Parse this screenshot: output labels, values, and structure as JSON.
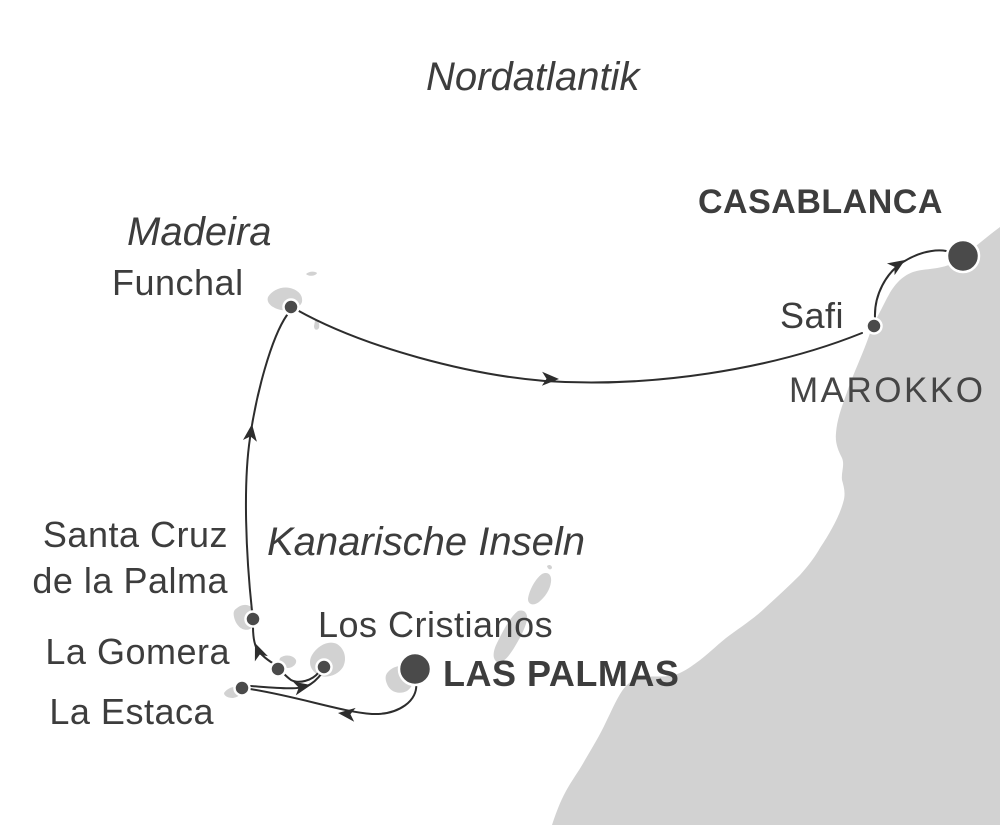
{
  "labels": {
    "sea": "Nordatlantik",
    "madeira_region": "Madeira",
    "canary_region": "Kanarische Inseln",
    "country": "MAROKKO",
    "casablanca": "CASABLANCA",
    "safi": "Safi",
    "funchal": "Funchal",
    "santa_cruz_line1": "Santa Cruz",
    "santa_cruz_line2": "de la Palma",
    "la_gomera": "La Gomera",
    "la_estaca": "La Estaca",
    "los_cristianos": "Los Cristianos",
    "las_palmas": "LAS PALMAS"
  },
  "itinerary_order": [
    "LAS PALMAS",
    "La Estaca",
    "Los Cristianos",
    "La Gomera",
    "Santa Cruz de la Palma",
    "Funchal",
    "Safi",
    "CASABLANCA"
  ],
  "colors": {
    "ocean": "#ffffff",
    "land": "#d2d2d2",
    "route": "#2d2d2d",
    "port_dot": "#4a4a4a",
    "label_text": "#3d3d3d",
    "country_text": "#454545"
  }
}
